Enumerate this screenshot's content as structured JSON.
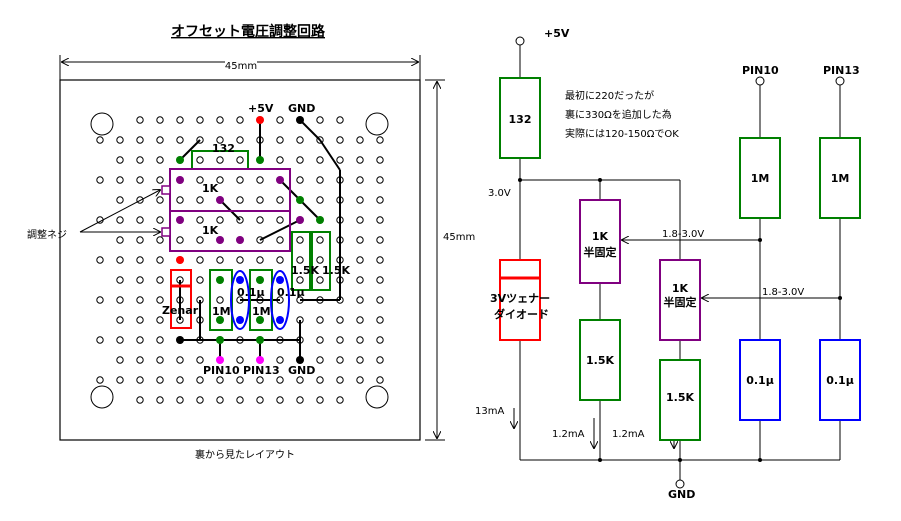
{
  "layout": {
    "title": "オフセット電圧調整回路",
    "width_label": "45mm",
    "height_label": "45mm",
    "caption": "裏から見たレイアウト",
    "adjust_label": "調整ネジ",
    "top_labels": {
      "plus5v": "+5V",
      "gnd": "GND"
    },
    "bottom_labels": {
      "pin10": "PIN10",
      "pin13": "PIN13",
      "gnd": "GND"
    },
    "components": {
      "r132": "132",
      "pot1": "1K",
      "pot2": "1K",
      "r15k_a": "1.5K",
      "r15k_b": "1.5K",
      "c1": "0.1μ",
      "c2": "0.1μ",
      "m1": "1M",
      "m2": "1M",
      "zener": "Zenar"
    }
  },
  "schematic": {
    "vcc": "+5V",
    "gnd": "GND",
    "note_lines": [
      "最初に220だったが",
      "裏に330Ωを追加した為",
      "実際には120-150ΩでOK"
    ],
    "v_node": "3.0V",
    "r_top": "132",
    "zener": [
      "3Vツェナー",
      "ダイオード"
    ],
    "pot1": [
      "1K",
      "半固定"
    ],
    "pot2": [
      "1K",
      "半固定"
    ],
    "r15k_1": "1.5K",
    "r15k_2": "1.5K",
    "pin10": "PIN10",
    "pin13": "PIN13",
    "r1m_1": "1M",
    "r1m_2": "1M",
    "c_1": "0.1μ",
    "c_2": "0.1μ",
    "range1": "1.8-3.0V",
    "range2": "1.8-3.0V",
    "i_total": "13mA",
    "i_1": "1.2mA",
    "i_2": "1.2mA"
  }
}
